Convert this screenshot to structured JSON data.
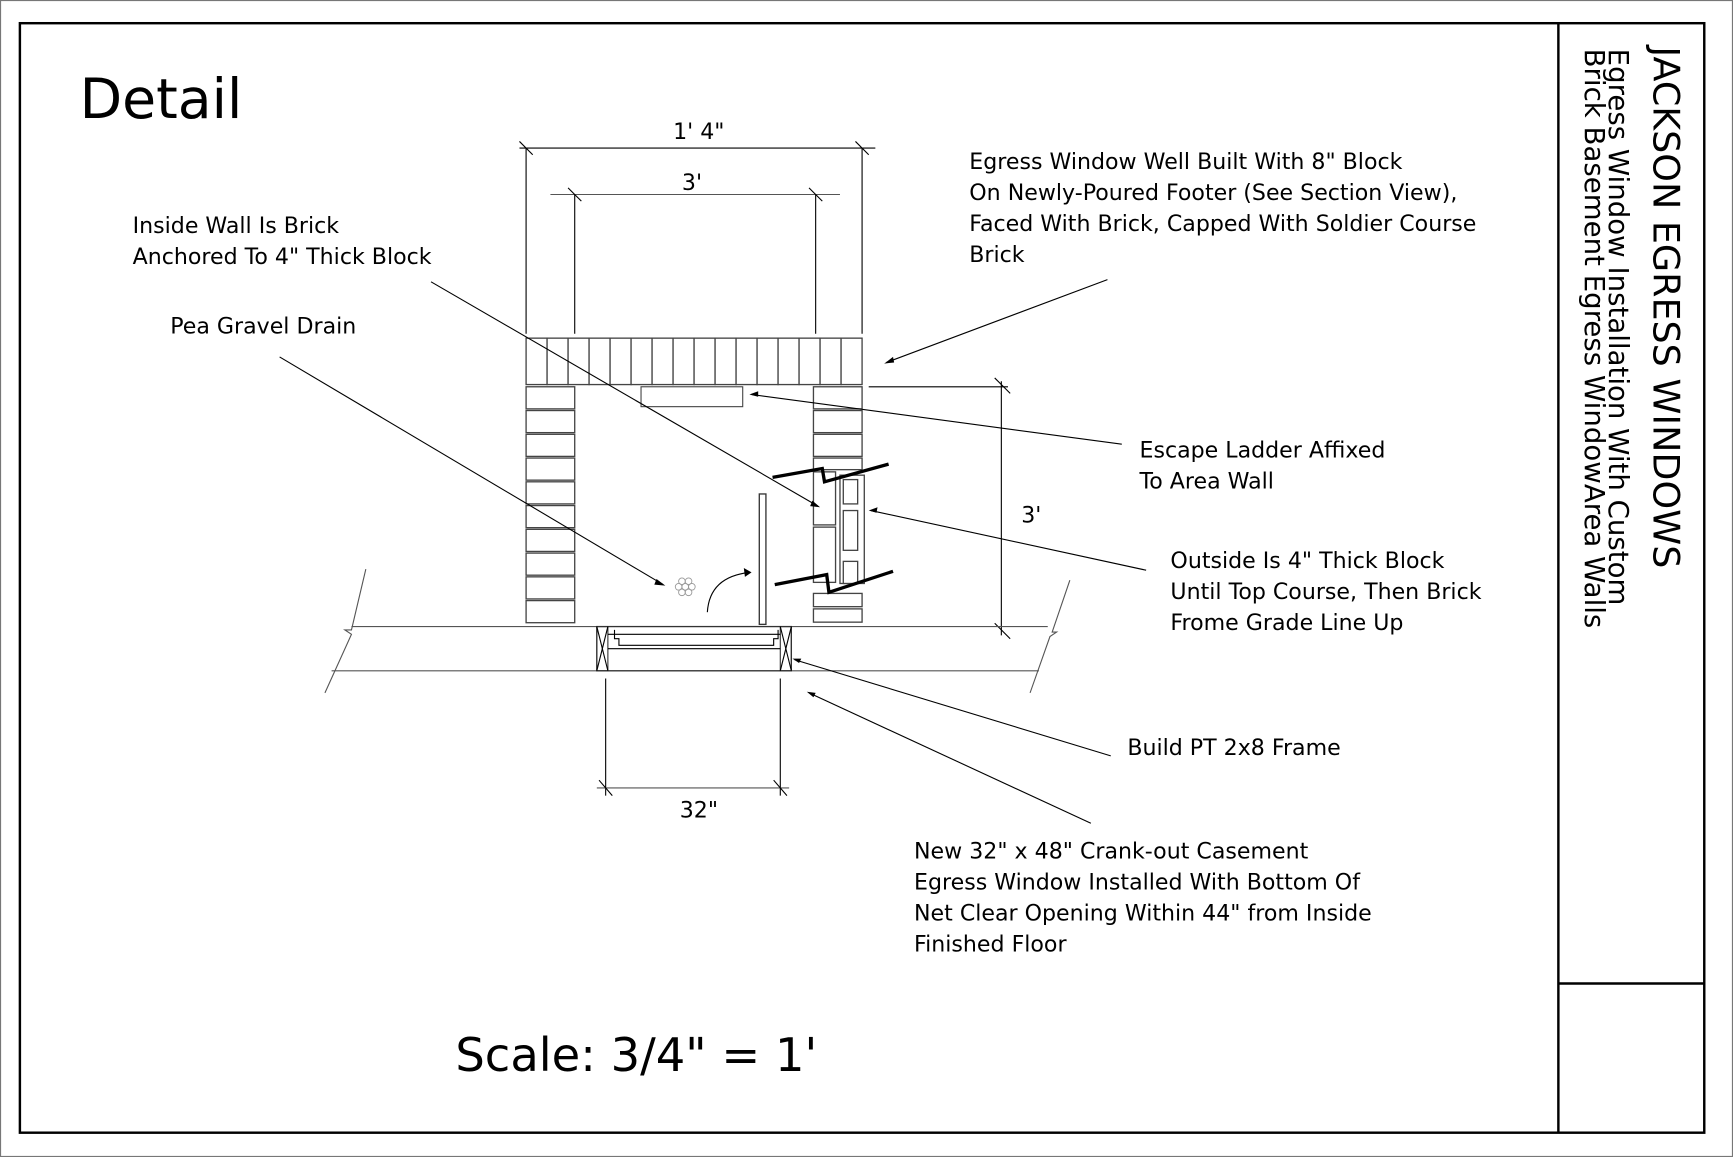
{
  "sheet": {
    "view_title": "Detail",
    "scale_label": "Scale: 3/4\" = 1'"
  },
  "title_block": {
    "company": "JACKSON EGRESS WINDOWS",
    "subtitle_line1": "Egress Window Installation With Custom",
    "subtitle_line2": "Brick Basement Egress WindowArea Walls"
  },
  "dimensions": {
    "overall_width": "1' 4\"",
    "inner_width": "3'",
    "depth": "3'",
    "window_width": "32\""
  },
  "notes": {
    "inside_wall": [
      "Inside Wall Is Brick",
      "Anchored To 4\" Thick Block"
    ],
    "pea_gravel": [
      "Pea Gravel Drain"
    ],
    "well_built": [
      "Egress Window Well Built With 8\" Block",
      "On Newly-Poured Footer (See Section View),",
      "Faced With Brick, Capped With Soldier Course",
      "Brick"
    ],
    "escape_ladder": [
      "Escape Ladder Affixed",
      "To Area Wall"
    ],
    "outside_block": [
      "Outside Is 4\" Thick Block",
      "Until Top Course, Then Brick",
      "Frome Grade Line Up"
    ],
    "pt_frame": [
      "Build PT 2x8 Frame"
    ],
    "new_window": [
      "New 32\" x 48\" Crank-out Casement",
      "Egress Window Installed With Bottom Of",
      "Net Clear Opening Within 44\" from Inside",
      "Finished Floor"
    ]
  }
}
